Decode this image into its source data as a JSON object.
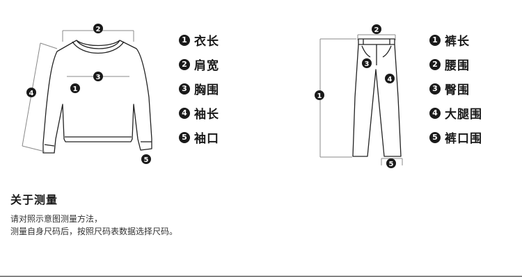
{
  "top_legend": {
    "items": [
      {
        "num": "1",
        "label": "衣长"
      },
      {
        "num": "2",
        "label": "肩宽"
      },
      {
        "num": "3",
        "label": "胸围"
      },
      {
        "num": "4",
        "label": "袖长"
      },
      {
        "num": "5",
        "label": "袖口"
      }
    ]
  },
  "pants_legend": {
    "items": [
      {
        "num": "1",
        "label": "裤长"
      },
      {
        "num": "2",
        "label": "腰围"
      },
      {
        "num": "3",
        "label": "臀围"
      },
      {
        "num": "4",
        "label": "大腿围"
      },
      {
        "num": "5",
        "label": "裤口围"
      }
    ]
  },
  "about": {
    "title": "关于测量",
    "line1": "请对照示意图测量方法，",
    "line2": "测量自身尺码后，按照尺码表数据选择尺码。"
  }
}
